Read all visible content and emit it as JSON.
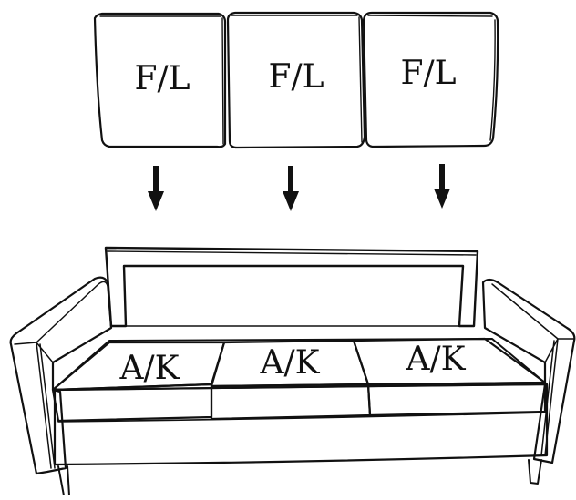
{
  "cushion_label": "F/L",
  "seat_label": "A/K",
  "back_cushions": [
    {
      "label": "F/L"
    },
    {
      "label": "F/L"
    },
    {
      "label": "F/L"
    }
  ],
  "seat_cushions": [
    {
      "label": "A/K"
    },
    {
      "label": "A/K"
    },
    {
      "label": "A/K"
    }
  ],
  "colors": {
    "line": "#111111",
    "fill": "#ffffff"
  }
}
